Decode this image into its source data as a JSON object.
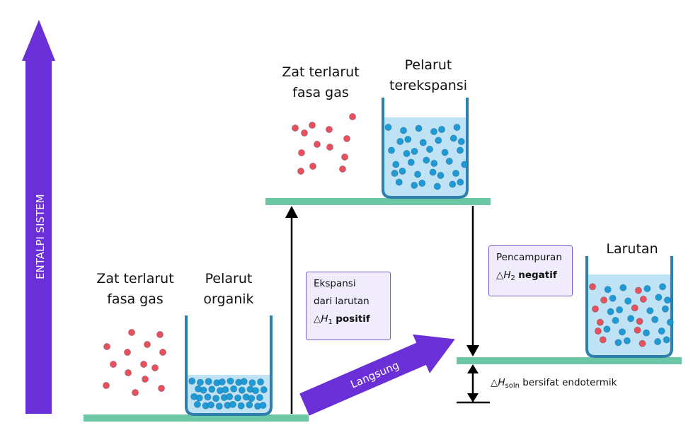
{
  "colors": {
    "accent": "#6a2fd6",
    "level": "#6cc8a4",
    "beaker": "#2f7fae",
    "liquid": "#bfe3f4",
    "solvent_particle": "#1e9ad6",
    "solute_particle": "#e8505b"
  },
  "axis": {
    "label": "ENTALPI SISTEM"
  },
  "labels": {
    "gas_solute_bottom": "Zat terlarut\nfasa gas",
    "solvent_bottom": "Pelarut\norganik",
    "gas_solute_top": "Zat terlarut\nfasa gas",
    "solvent_top": "Pelarut\nterekspansi",
    "solution": "Larutan"
  },
  "box_h1": {
    "line1": "Ekspansi",
    "line2": "dari larutan",
    "delta": "△H",
    "sub": "1",
    "word": "positif"
  },
  "box_h2": {
    "line1": "Pencampuran",
    "delta": "△H",
    "sub": "2",
    "word": "negatif"
  },
  "direct_arrow": {
    "label": "Langsung"
  },
  "soln_note": {
    "delta": "△H",
    "sub": "soln",
    "text": " bersifat endotermik"
  }
}
